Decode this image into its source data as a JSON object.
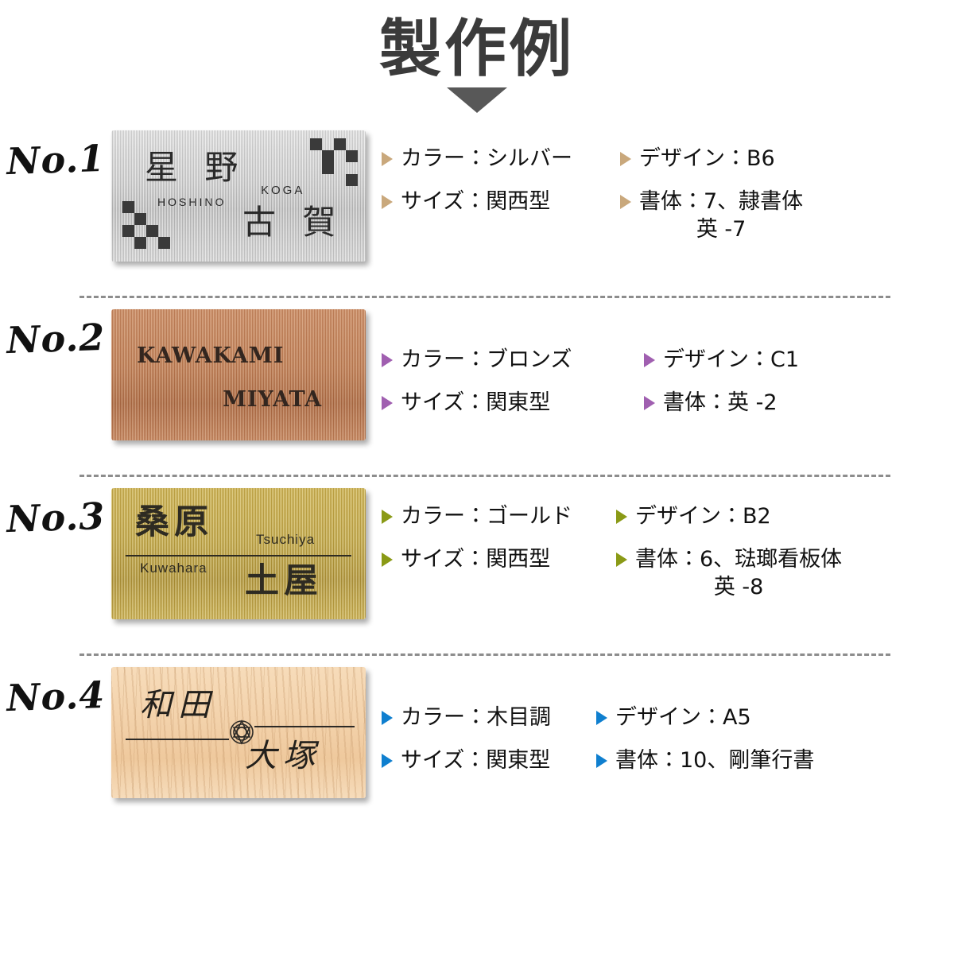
{
  "header": {
    "title": "製作例",
    "arrow_icon": "triangle-down-icon"
  },
  "labels": {
    "color": "カラー",
    "design": "デザイン",
    "size": "サイズ",
    "font": "書体"
  },
  "examples": [
    {
      "no": "No.1",
      "accent": "#C9A87C",
      "plate": {
        "material": "silver",
        "kanji_primary": "星 野",
        "roman_primary": "HOSHINO",
        "kanji_secondary": "古 賀",
        "roman_secondary": "KOGA",
        "ornament": "checker-pattern"
      },
      "specs": {
        "color": "カラー：シルバー",
        "design": "デザイン：B6",
        "size": "サイズ：関西型",
        "font": "書体：7、隷書体\n英 -7"
      }
    },
    {
      "no": "No.2",
      "accent": "#A05FB0",
      "plate": {
        "material": "bronze",
        "roman_primary": "KAWAKAMI",
        "roman_secondary": "MIYATA"
      },
      "specs": {
        "color": "カラー：ブロンズ",
        "design": "デザイン：C1",
        "size": "サイズ：関東型",
        "font": "書体：英 -2"
      }
    },
    {
      "no": "No.3",
      "accent": "#8A9A16",
      "plate": {
        "material": "gold",
        "kanji_primary": "桑原",
        "roman_primary": "Kuwahara",
        "kanji_secondary": "土屋",
        "roman_secondary": "Tsuchiya",
        "ornament": "horizontal-rule"
      },
      "specs": {
        "color": "カラー：ゴールド",
        "design": "デザイン：B2",
        "size": "サイズ：関西型",
        "font": "書体：6、琺瑯看板体\n英 -8"
      }
    },
    {
      "no": "No.4",
      "accent": "#0F7FCF",
      "plate": {
        "material": "wood",
        "kanji_primary": "和田",
        "kanji_secondary": "大塚",
        "ornament": "knot-emblem"
      },
      "specs": {
        "color": "カラー：木目調",
        "design": "デザイン：A5",
        "size": "サイズ：関東型",
        "font": "書体：10、剛筆行書"
      }
    }
  ]
}
